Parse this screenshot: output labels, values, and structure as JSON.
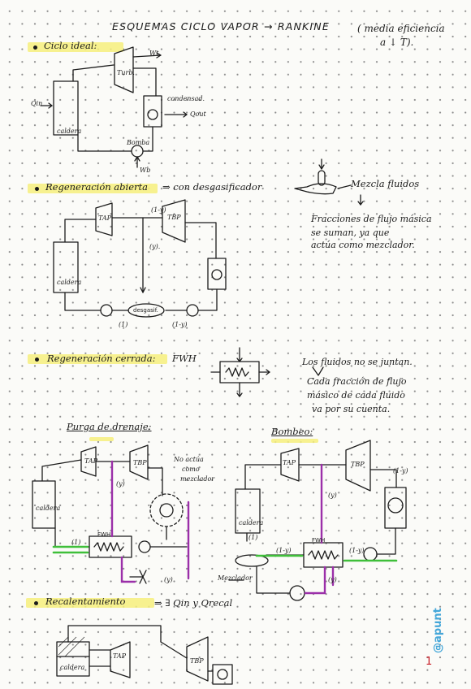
{
  "header": {
    "title": "ESQUEMAS CICLO VAPOR → RANKINE",
    "subtitle_1": "( media eficiencia",
    "subtitle_2": "a ↓ T)."
  },
  "sections": {
    "ideal": {
      "heading": "Ciclo ideal:"
    },
    "regen_open": {
      "heading": "Regeneración abierta",
      "suffix": "⇒ con desgasificador",
      "mixing_label": "Mezcla fluidos",
      "note": [
        "Fracciones de flujo másica",
        "se suman, ya que",
        "actúa como mezclador."
      ]
    },
    "regen_closed": {
      "heading": "Regeneración cerrada:",
      "fwh": "FWH",
      "note": [
        "Los fluidos no se juntan.",
        "Cada fracción de flujo",
        "másico de cada fluido",
        "va por su cuenta."
      ]
    },
    "purga": {
      "heading": "Purga de drenaje:",
      "annotation": [
        "No actúa",
        "como",
        "mezclador"
      ]
    },
    "bombeo": {
      "heading": "Bombeo:"
    },
    "reheat": {
      "heading": "Recalentamiento",
      "suffix": "⇒ ∃ Qin y Qrecal"
    }
  },
  "labels": {
    "turbina": "Turb.",
    "condensador": "condensad.",
    "caldera": "caldera",
    "bomba": "Bomba",
    "qin": "Qin",
    "wt": "Wt",
    "qout": "Qout",
    "wb": "Wb",
    "tap": "TAP",
    "tbp": "TBP",
    "desgasificador": "desgasif.",
    "fraction_1": "(1)",
    "fraction_y": "(y)",
    "fraction_1my": "(1-y)",
    "fraction_paren_y": "(y).",
    "mezclador": "Mezclador"
  },
  "footer": {
    "signature": "@apunt",
    "page_number": "1"
  },
  "colors": {
    "highlight": "#f6ee7c",
    "green": "#3fbf3a",
    "purple": "#9b2fa9",
    "ink": "#1b1b1b",
    "signature": "#45a7d9",
    "page_number": "#c8202a"
  }
}
